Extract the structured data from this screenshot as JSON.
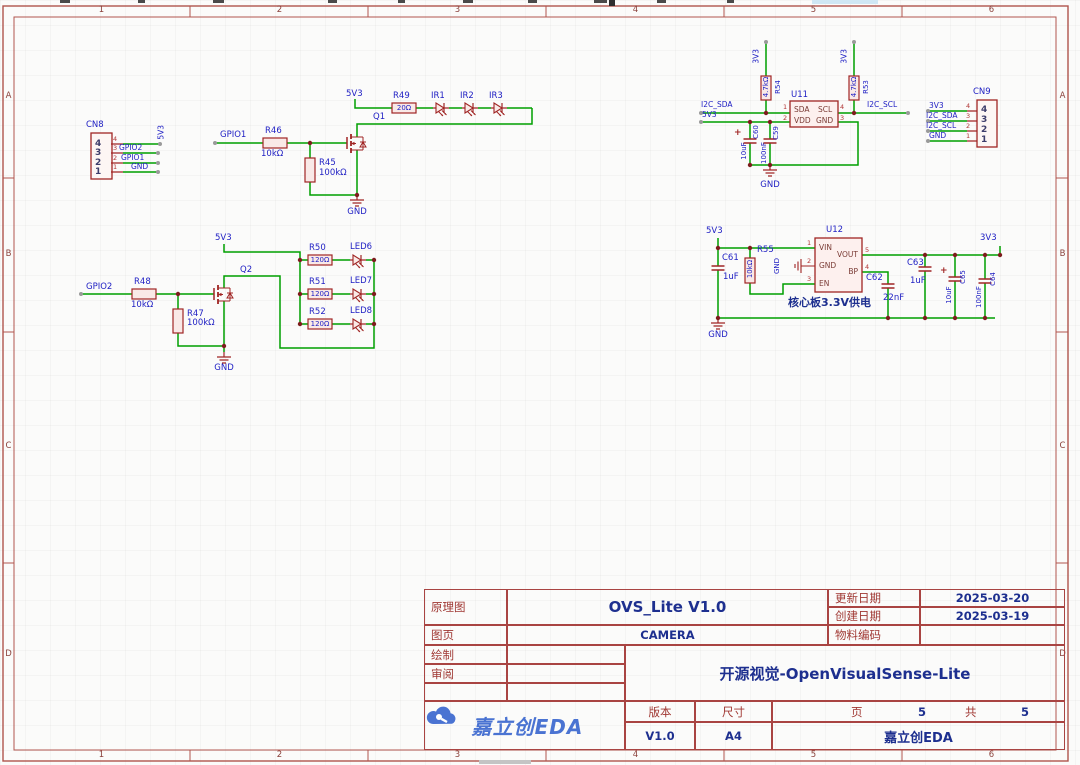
{
  "frame": {
    "columns": [
      "1",
      "2",
      "3",
      "4",
      "5",
      "6"
    ],
    "rows": [
      "A",
      "B",
      "C",
      "D"
    ]
  },
  "schematic": {
    "cn8": {
      "ref": "CN8",
      "big_pins": [
        "4",
        "3",
        "2",
        "1"
      ],
      "pin_nums": [
        "4",
        "3",
        "2",
        "1"
      ],
      "net_5v3": "5V3",
      "net_gpio2": "GPIO2",
      "net_gpio1": "GPIO1",
      "net_gnd": "GND"
    },
    "ir": {
      "gpio1": "GPIO1",
      "r46_ref": "R46",
      "r46_val": "10kΩ",
      "r45_ref": "R45",
      "r45_val": "100kΩ",
      "q1": "Q1",
      "v5": "5V3",
      "r49_ref": "R49",
      "r49_val": "20Ω",
      "ir1": "IR1",
      "ir2": "IR2",
      "ir3": "IR3",
      "gnd": "GND"
    },
    "led": {
      "gpio2": "GPIO2",
      "r48_ref": "R48",
      "r48_val": "10kΩ",
      "r47_ref": "R47",
      "r47_val": "100kΩ",
      "q2": "Q2",
      "v5": "5V3",
      "r50_ref": "R50",
      "r50_val": "120Ω",
      "r51_ref": "R51",
      "r51_val": "120Ω",
      "r52_ref": "R52",
      "r52_val": "120Ω",
      "led6": "LED6",
      "led7": "LED7",
      "led8": "LED8",
      "gnd": "GND"
    },
    "i2c": {
      "v3_a": "3V3",
      "v3_b": "3V3",
      "r54_ref": "R54",
      "r54_val": "4.7kΩ",
      "r53_ref": "R53",
      "r53_val": "4.7kΩ",
      "sda": "I2C_SDA",
      "v5": "5V3",
      "scl": "I2C_SCL",
      "u11_ref": "U11",
      "p1": "1",
      "p2": "2",
      "p3": "3",
      "p4": "4",
      "n_sda": "SDA",
      "n_scl": "SCL",
      "n_vdd": "VDD",
      "n_gnd": "GND",
      "c60_ref": "C60",
      "c60_val": "10uF",
      "c59_ref": "C59",
      "c59_val": "100nF",
      "gnd": "GND",
      "plus": "+"
    },
    "cn9": {
      "ref": "CN9",
      "big_pins": [
        "4",
        "3",
        "2",
        "1"
      ],
      "pin_nums": [
        "4",
        "3",
        "2",
        "1"
      ],
      "net_3v3": "3V3",
      "net_sda": "I2C_SDA",
      "net_scl": "I2C_SCL",
      "net_gnd": "GND"
    },
    "reg": {
      "v5": "5V3",
      "c61_ref": "C61",
      "c61_val": "1uF",
      "r55_ref": "R55",
      "r55_val": "10kΩ",
      "gnd_pin": "GND",
      "u12_ref": "U12",
      "p1": "1",
      "p2": "2",
      "p3": "3",
      "p4": "4",
      "p5": "5",
      "n_vin": "VIN",
      "n_gnd": "GND",
      "n_en": "EN",
      "n_vout": "VOUT",
      "n_bp": "BP",
      "c62_ref": "C62",
      "c62_val": "22nF",
      "c63_ref": "C63",
      "c63_val": "1uF",
      "c65_ref": "C65",
      "c65_val": "10uF",
      "c64_ref": "C64",
      "c64_val": "100nF",
      "v3": "3V3",
      "gnd": "GND",
      "note": "核心板3.3V供电",
      "plus": "+"
    }
  },
  "title_block": {
    "schematic_label": "原理图",
    "schematic_value": "OVS_Lite V1.0",
    "updated_label": "更新日期",
    "updated_value": "2025-03-20",
    "created_label": "创建日期",
    "created_value": "2025-03-19",
    "sheet_label": "图页",
    "sheet_value": "CAMERA",
    "material_label": "物料编码",
    "material_value": "",
    "drawn_label": "绘制",
    "drawn_value": "",
    "reviewed_label": "审阅",
    "reviewed_value": "",
    "project_title": "开源视觉-OpenVisualSense-Lite",
    "version_label": "版本",
    "version_value": "V1.0",
    "size_label": "尺寸",
    "size_value": "A4",
    "page_label": "页",
    "page_value": "5",
    "total_label": "共",
    "total_value": "5",
    "company": "嘉立创EDA"
  },
  "logo": {
    "text": "嘉立创EDA"
  },
  "colors": {
    "wire": "#00a000",
    "symbol": "#a02524",
    "net_label": "#2121c4",
    "frame_line": "#b0544d",
    "title_red": "#a03833",
    "title_navy": "#1d2f8f",
    "logo_blue": "#4a73d2"
  }
}
